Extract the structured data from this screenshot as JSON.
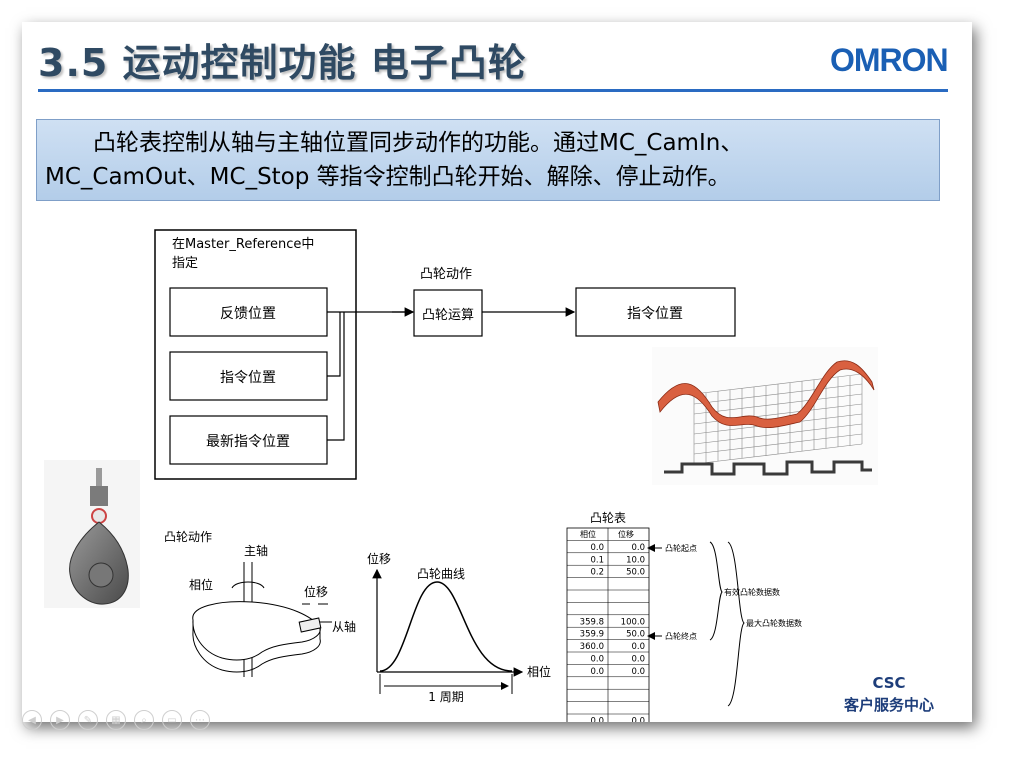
{
  "slide": {
    "title": "3.5  运动控制功能  电子凸轮",
    "logo": "OMRON",
    "callout_line1": "凸轮表控制从轴与主轴位置同步动作的功能。通过MC_CamIn、",
    "callout_line2": "MC_CamOut、MC_Stop 等指令控制凸轮开始、解除、停止动作。",
    "footer_line1": "CSC",
    "footer_line2": "客户服务中心"
  },
  "block_diagram": {
    "outer_label_line1": "在Master_Reference中",
    "outer_label_line2": "指定",
    "inputs": [
      "反馈位置",
      "指令位置",
      "最新指令位置"
    ],
    "cam_group_label": "凸轮动作",
    "cam_block": "凸轮运算",
    "output_block": "指令位置"
  },
  "mechanism": {
    "title": "凸轮动作",
    "master_axis": "主轴",
    "phase": "相位",
    "displacement": "位移",
    "slave_axis": "从轴"
  },
  "cam_curve": {
    "ylabel": "位移",
    "curve_label": "凸轮曲线",
    "xlabel": "相位",
    "period": "1 周期"
  },
  "cam_table": {
    "title": "凸轮表",
    "headers": [
      "相位",
      "位移"
    ],
    "rows": [
      [
        "0.0",
        "0.0"
      ],
      [
        "0.1",
        "10.0"
      ],
      [
        "0.2",
        "50.0"
      ],
      [
        "",
        ""
      ],
      [
        "",
        ""
      ],
      [
        "",
        ""
      ],
      [
        "359.8",
        "100.0"
      ],
      [
        "359.9",
        "50.0"
      ],
      [
        "360.0",
        "0.0"
      ],
      [
        "0.0",
        "0.0"
      ],
      [
        "0.0",
        "0.0"
      ],
      [
        "",
        ""
      ],
      [
        "",
        ""
      ],
      [
        "",
        ""
      ],
      [
        "0.0",
        "0.0"
      ]
    ],
    "start_label": "凸轮起点",
    "end_label": "凸轮终点",
    "valid_count_label": "有效凸轮数据数",
    "max_count_label": "最大凸轮数据数"
  },
  "colors": {
    "title": "#2f4a63",
    "logo": "#1a5fb4",
    "rule": "#2a6bc2",
    "footer": "#1d3d7a"
  }
}
